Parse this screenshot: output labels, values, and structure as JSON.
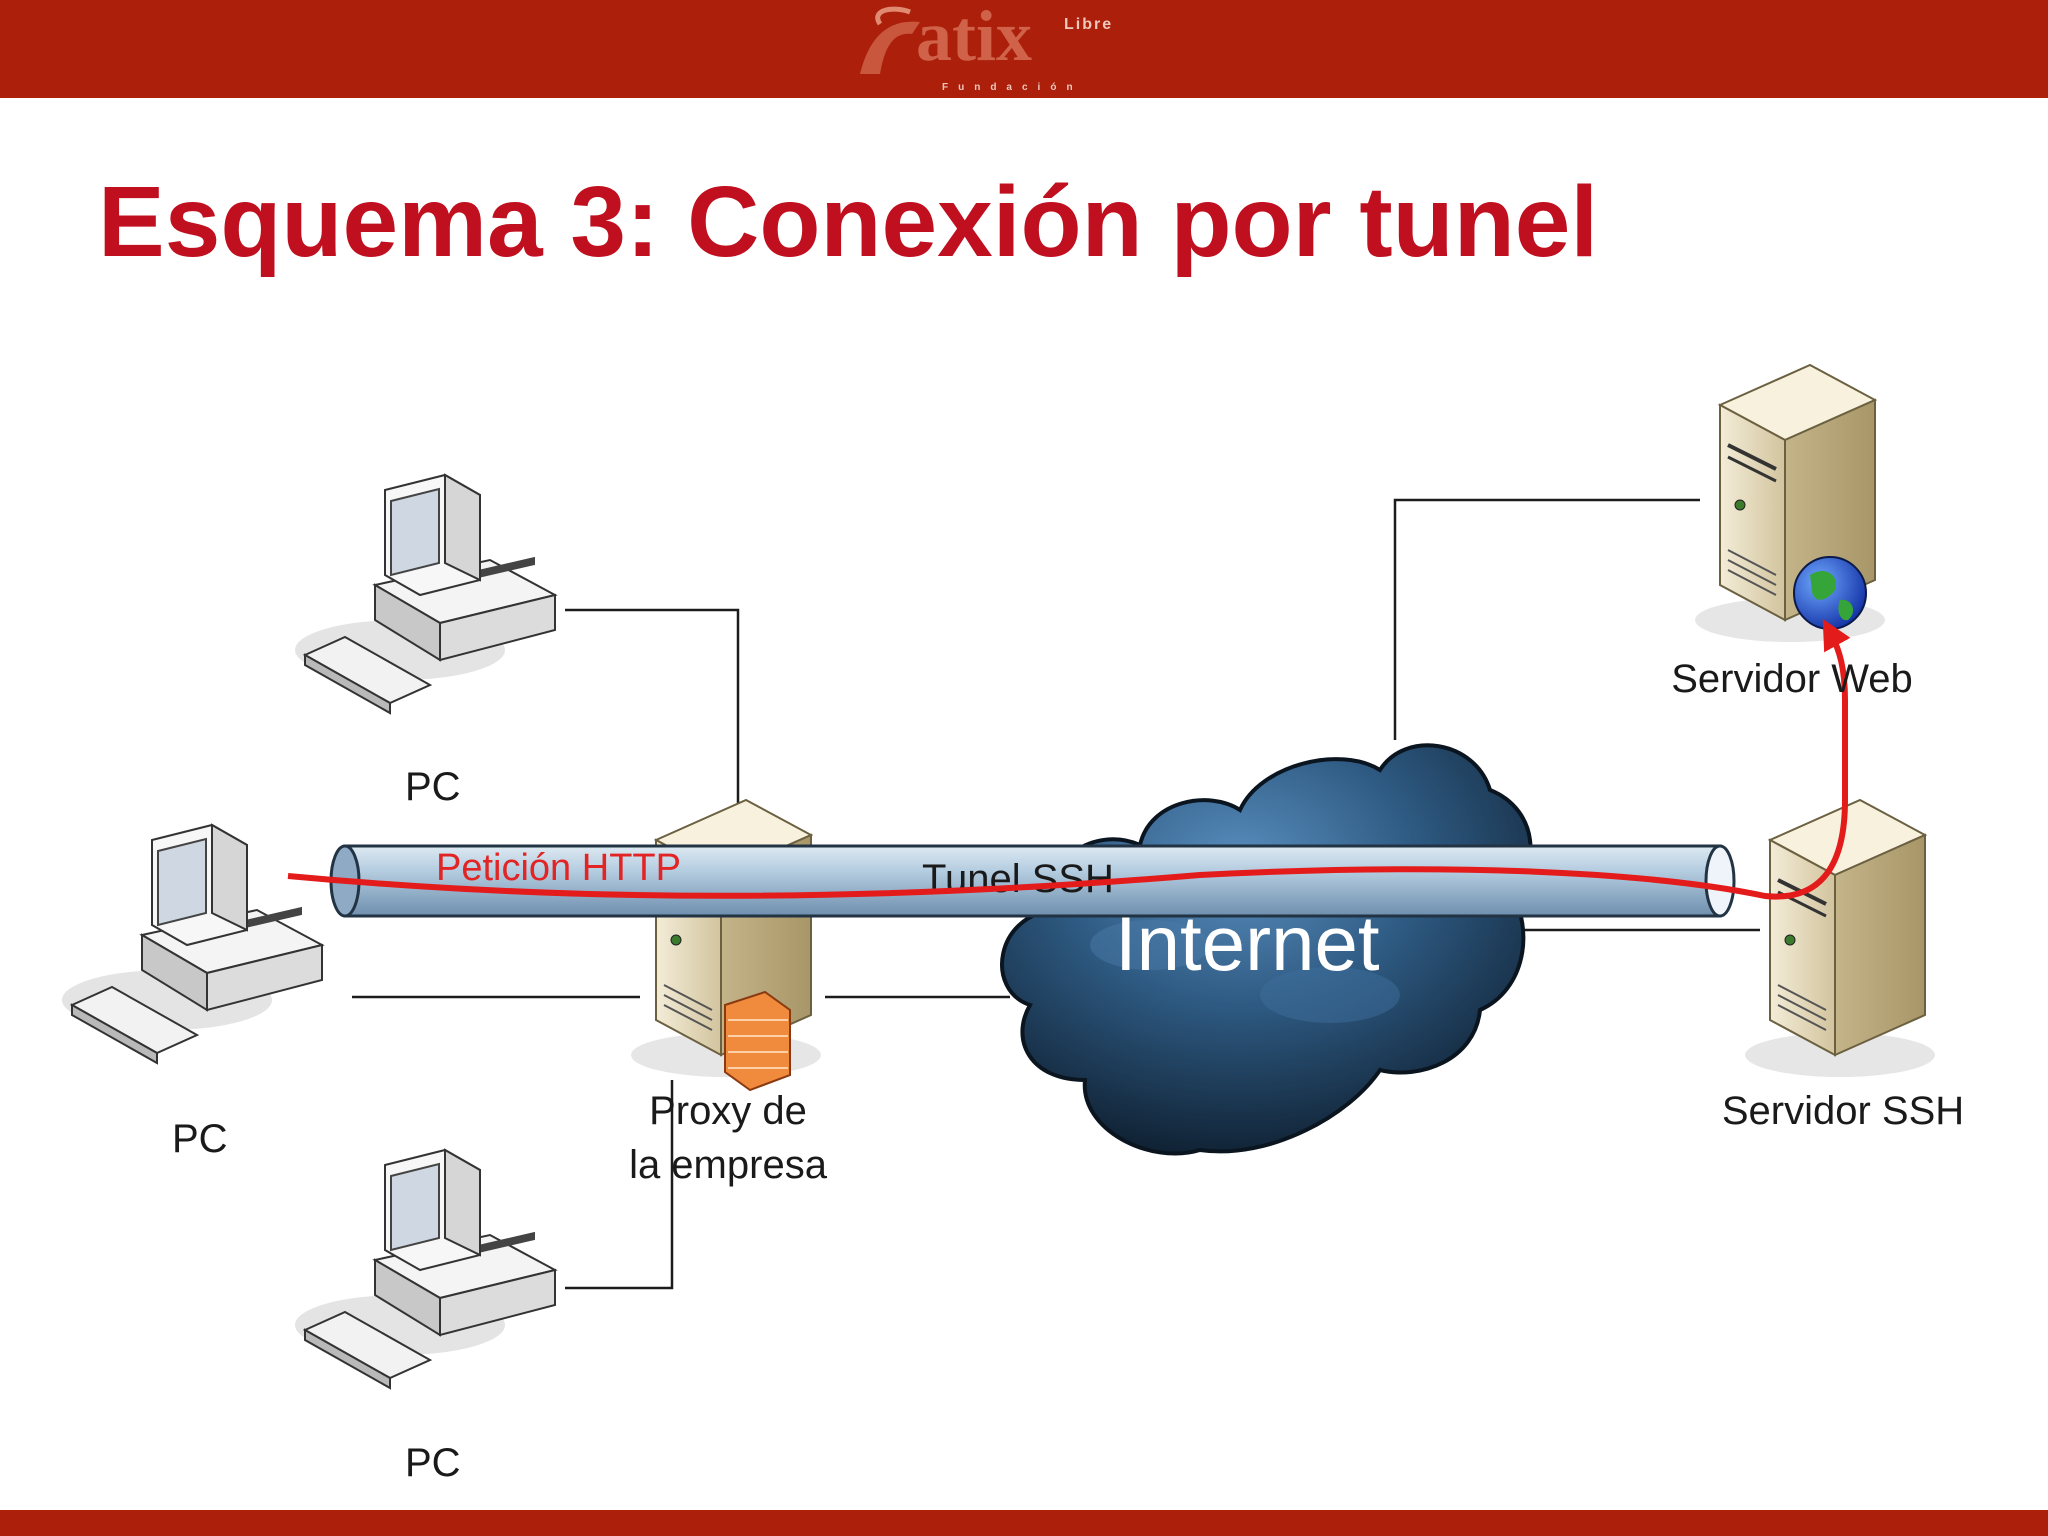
{
  "header": {
    "logo_main": "atix",
    "logo_libre": "Libre",
    "logo_fundacion": "Fundación"
  },
  "title": "Esquema 3: Conexión por tunel",
  "diagram": {
    "nodes": {
      "pc_top": "PC",
      "pc_left": "PC",
      "pc_bottom": "PC",
      "proxy_line1": "Proxy de",
      "proxy_line2": "la empresa",
      "internet": "Internet",
      "web_server": "Servidor Web",
      "ssh_server": "Servidor SSH"
    },
    "tunnel_label": "Tunel SSH",
    "request_label": "Petición HTTP"
  },
  "colors": {
    "bar": "#ab1f0b",
    "title": "#c00f1f",
    "request_line": "#e31b1b"
  }
}
